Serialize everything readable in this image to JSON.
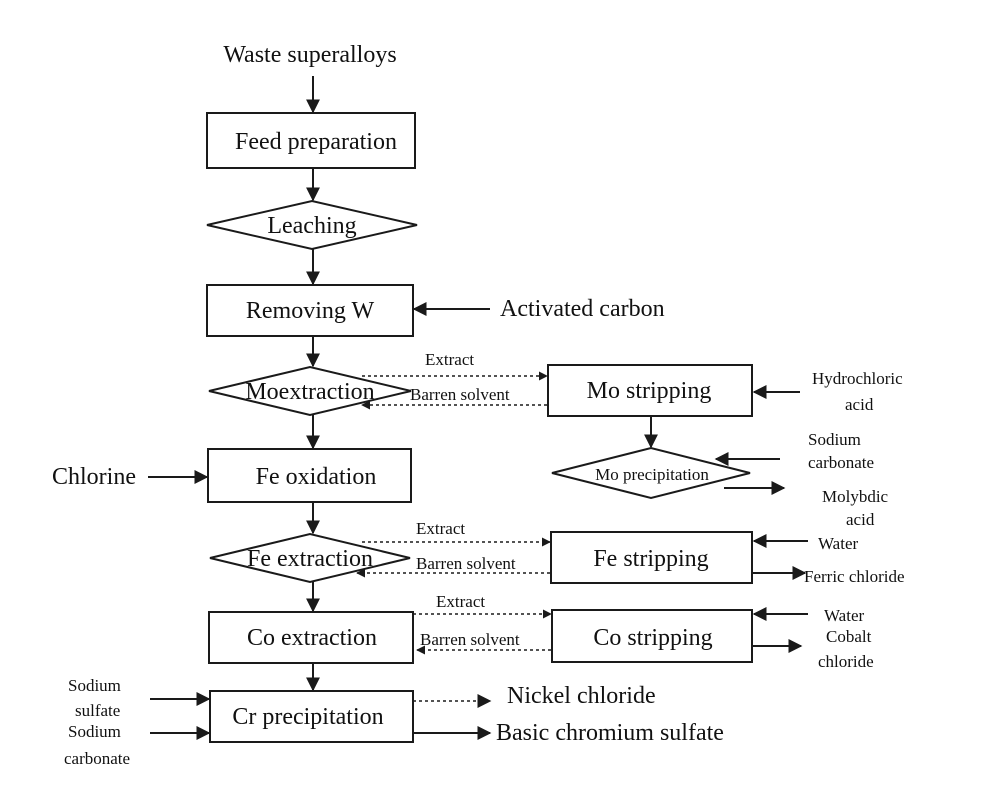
{
  "input": "Waste superalloys",
  "steps": {
    "feed": "Feed preparation",
    "leaching": "Leaching",
    "removing_w": "Removing W",
    "mo_extraction": "Moextraction",
    "fe_oxidation": "Fe oxidation",
    "fe_extraction": "Fe extraction",
    "co_extraction": "Co extraction",
    "cr_precipitation": "Cr precipitation"
  },
  "strip": {
    "mo": "Mo stripping",
    "mo_precip": "Mo precipitation",
    "fe": "Fe stripping",
    "co": "Co stripping"
  },
  "reagents": {
    "activated_carbon": "Activated carbon",
    "chlorine": "Chlorine",
    "hcl_1": "Hydrochloric",
    "hcl_2": "acid",
    "na2co3_top_1": "Sodium",
    "na2co3_top_2": "carbonate",
    "water_fe": "Water",
    "water_co": "Water",
    "na2so4_1": "Sodium",
    "na2so4_2": "sulfate",
    "na2co3_bot_1": "Sodium",
    "na2co3_bot_2": "carbonate"
  },
  "products": {
    "molybdic_1": "Molybdic",
    "molybdic_2": "acid",
    "ferric": "Ferric chloride",
    "cobalt_1": "Cobalt",
    "cobalt_2": "chloride",
    "nickel": "Nickel chloride",
    "basic_cr": "Basic chromium sulfate"
  },
  "flows": {
    "extract_mo": "Extract",
    "barren_mo": "Barren solvent",
    "extract_fe": "Extract",
    "barren_fe": "Barren solvent",
    "extract_co": "Extract",
    "barren_co": "Barren solvent"
  }
}
